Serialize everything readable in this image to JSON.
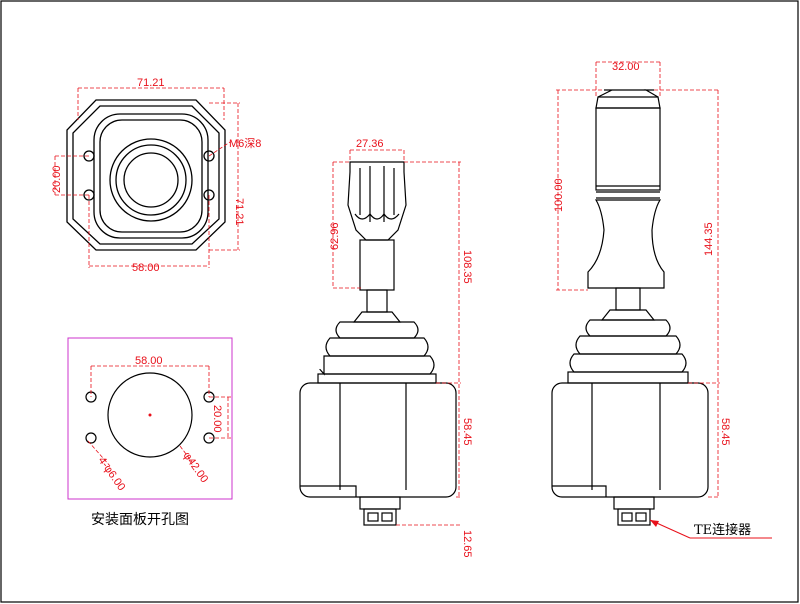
{
  "colors": {
    "dimension": "#e8101a",
    "outline": "#000000",
    "panel_border": "#cc33cc"
  },
  "top_view": {
    "width_top": "71.21",
    "height_right": "71.21",
    "hole_spacing_v": "20.00",
    "hole_spacing_h": "58.00",
    "screw_label": "M6深8"
  },
  "panel_cutout": {
    "width": "58.00",
    "spacing_v": "20.00",
    "holes_label": "4-φ6.00",
    "center_hole_label": "φ42.00",
    "caption": "安装面板开孔图"
  },
  "side_view": {
    "knob_width": "27.36",
    "knob_height": "62.96",
    "total_upper": "108.35",
    "base_height": "58.45",
    "connector_height": "12.65"
  },
  "front_view": {
    "grip_width": "32.00",
    "grip_height": "100.00",
    "total_height": "144.35",
    "base_height": "58.45",
    "connector_label": "TE连接器"
  }
}
